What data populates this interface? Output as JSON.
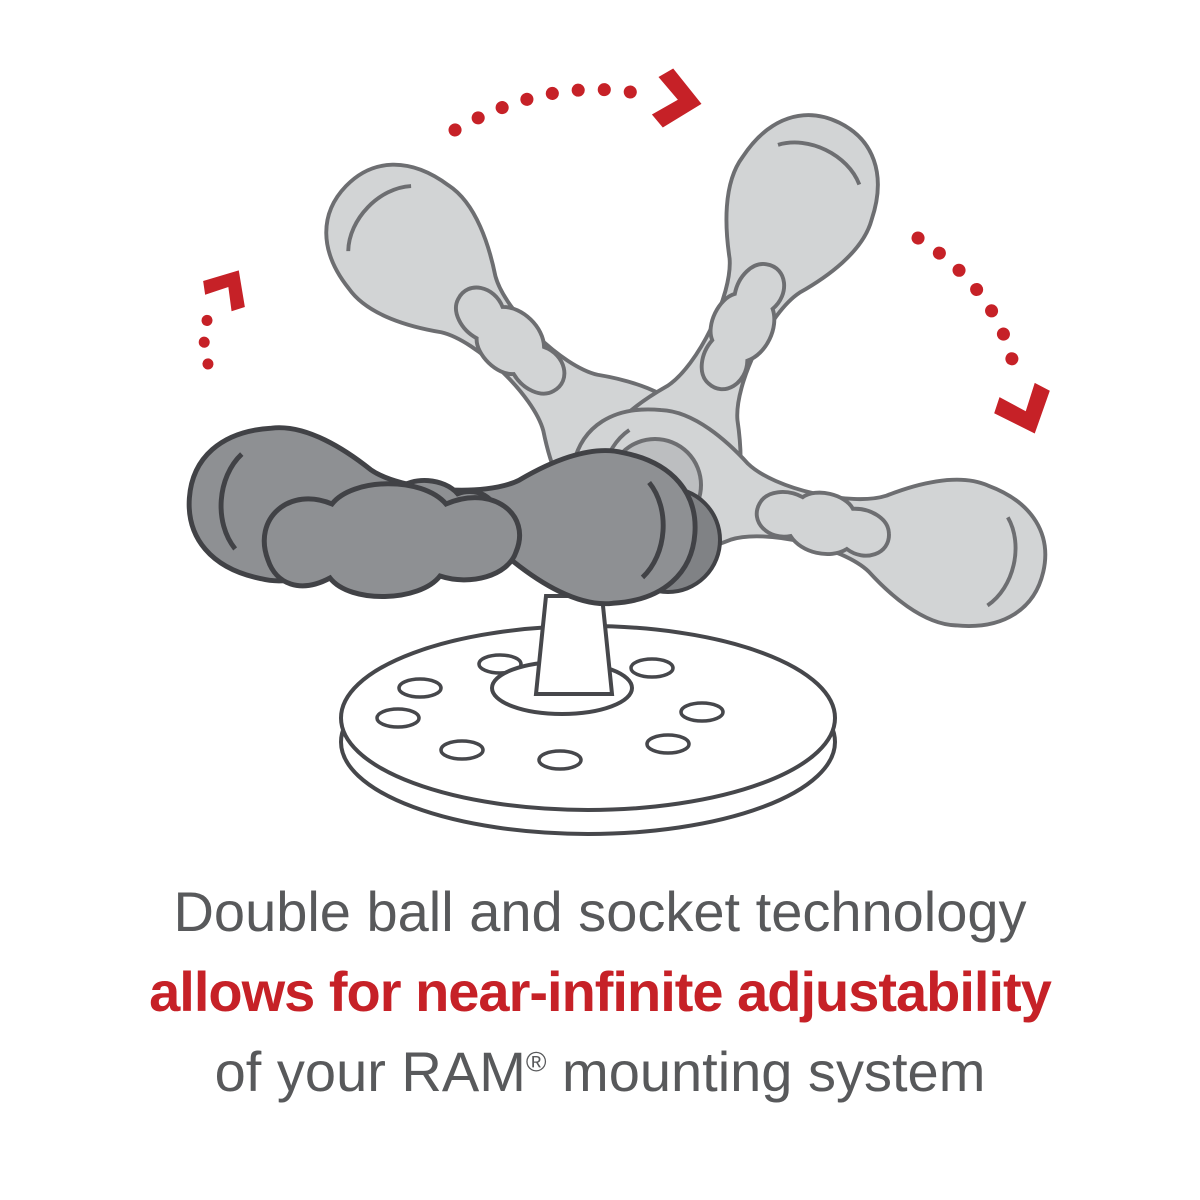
{
  "caption": {
    "line1": "Double ball and socket technology",
    "line2": "allows for near-infinite adjustability",
    "line3_before": "of your RAM",
    "line3_symbol": "®",
    "line3_after": " mounting system"
  },
  "colors": {
    "background": "#ffffff",
    "text_gray": "#58595b",
    "accent_red": "#c62127",
    "arm_dark_fill": "#8e9093",
    "arm_light_fill": "#d2d4d5",
    "outline_dark": "#414246",
    "outline_light": "#6d6e71"
  }
}
